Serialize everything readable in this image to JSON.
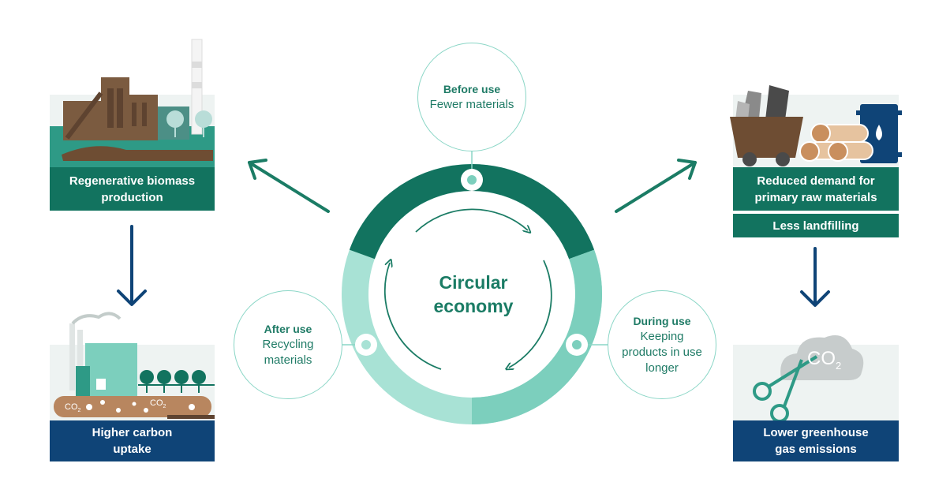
{
  "center": {
    "line1": "Circular",
    "line2": "economy"
  },
  "stages": {
    "before_use": {
      "title": "Before use",
      "lines": [
        "Fewer materials"
      ]
    },
    "during_use": {
      "title": "During use",
      "lines": [
        "Keeping",
        "products in use",
        "longer"
      ]
    },
    "after_use": {
      "title": "After use",
      "lines": [
        "Recycling",
        "materials"
      ]
    }
  },
  "outcomes": {
    "biomass": {
      "lines": [
        "Regenerative biomass",
        "production"
      ]
    },
    "carbon": {
      "lines": [
        "Higher carbon",
        "uptake"
      ]
    },
    "raw_materials": {
      "lines": [
        "Reduced demand for",
        "primary raw materials"
      ]
    },
    "landfilling": {
      "lines": [
        "Less landfilling"
      ]
    },
    "ghg": {
      "lines": [
        "Lower greenhouse",
        "gas emissions"
      ]
    }
  },
  "co2_labels": {
    "base": "CO",
    "sub": "2"
  },
  "colors": {
    "dark_green": "#12735f",
    "teal": "#7ccfbd",
    "light_teal": "#a8e2d5",
    "navy": "#0f4477",
    "brown": "#7b5b40"
  }
}
